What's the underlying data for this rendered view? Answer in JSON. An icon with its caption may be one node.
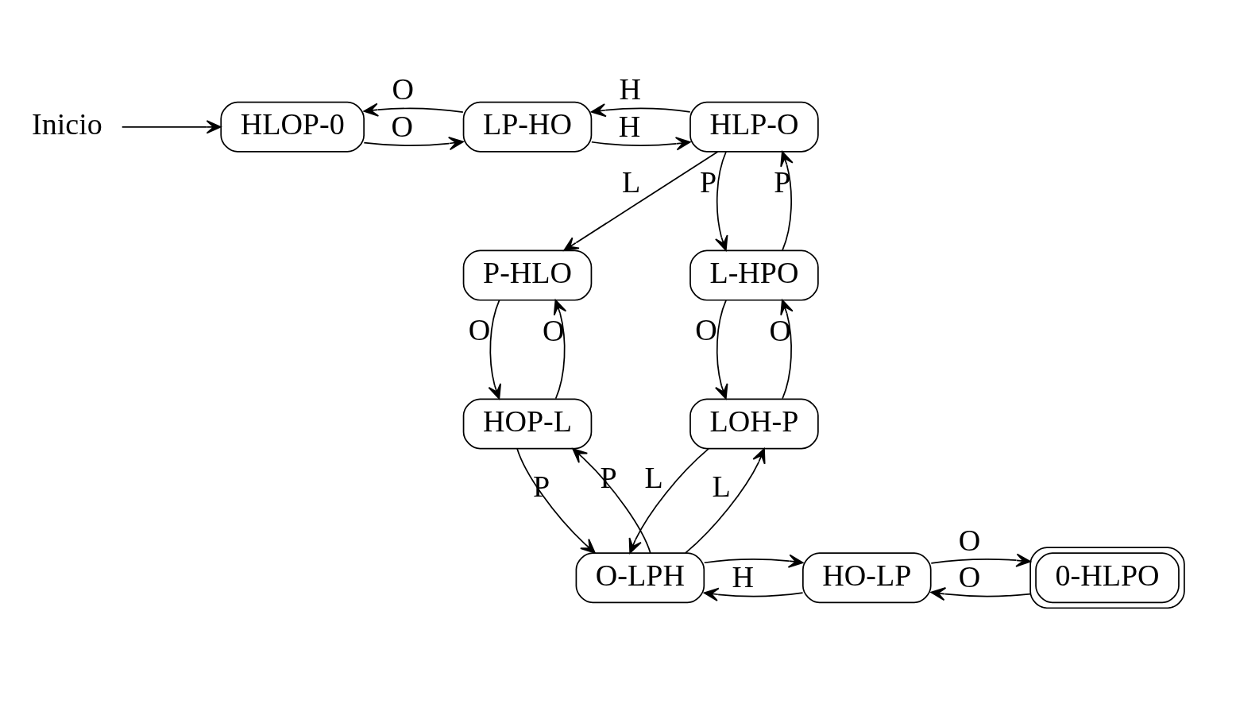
{
  "diagram": {
    "nodes": [
      {
        "text": [
          "Inicio"
        ]
      },
      {
        "text": [
          "HLOP-0"
        ]
      },
      {
        "text": [
          "LP-HO"
        ]
      },
      {
        "text": [
          "HLP-O"
        ]
      },
      {
        "text": [
          "P-HLO"
        ]
      },
      {
        "text": [
          "L-HPO"
        ]
      },
      {
        "text": [
          "HOP-L"
        ]
      },
      {
        "text": [
          "LOH-P"
        ]
      },
      {
        "text": [
          "0-HLPO"
        ]
      },
      {
        "text": [
          "HO-LP"
        ]
      },
      {
        "text": [
          "O-LPH"
        ]
      }
    ],
    "edges": [
      {
        "from": 0,
        "to": 1,
        "arrow": "to"
      },
      {
        "from": 1,
        "to": 2,
        "label": "O",
        "arrow": "to"
      },
      {
        "from": 2,
        "to": 1,
        "label": "O",
        "arrow": "to"
      },
      {
        "from": 2,
        "to": 3,
        "label": "H",
        "arrow": "to"
      },
      {
        "from": 3,
        "to": 2,
        "label": "H",
        "arrow": "to"
      },
      {
        "from": 3,
        "to": 4,
        "label": "L",
        "arrow": "to"
      },
      {
        "from": 3,
        "to": 5,
        "label": "P",
        "arrow": "to"
      },
      {
        "from": 5,
        "to": 3,
        "label": "P",
        "arrow": "to"
      },
      {
        "from": 4,
        "to": 6,
        "label": "O",
        "arrow": "to"
      },
      {
        "from": 6,
        "to": 4,
        "label": "O",
        "arrow": "to"
      },
      {
        "from": 5,
        "to": 7,
        "label": "O",
        "arrow": "to"
      },
      {
        "from": 7,
        "to": 5,
        "label": "O",
        "arrow": "to"
      },
      {
        "from": 6,
        "to": 10,
        "label": "P",
        "arrow": "to"
      },
      {
        "from": 10,
        "to": 6,
        "label": "P",
        "arrow": "to"
      },
      {
        "from": 10,
        "to": 7,
        "label": "L",
        "arrow": "to"
      },
      {
        "from": 7,
        "to": 10,
        "label": "L",
        "arrow": "to"
      },
      {
        "from": 8,
        "to": 9,
        "label": "O",
        "arrow": "to"
      },
      {
        "from": 9,
        "to": 8,
        "label": "O",
        "arrow": "to"
      },
      {
        "from": 9,
        "to": 10,
        "label": "H",
        "arrow": "to"
      },
      {
        "from": 10,
        "to": 9,
        "arrow": "to"
      }
    ]
  }
}
